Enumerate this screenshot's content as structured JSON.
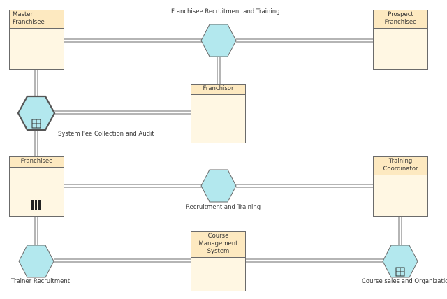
{
  "title": "Franchisee Recruitment and Training",
  "roles": {
    "master_franchisee": "Master Franchisee",
    "prospect_franchisee": "Prospect Franchisee",
    "franchisor": "Franchisor",
    "franchisee": "Franchisee",
    "training_coordinator": "Training Coordinator",
    "course_management_line1": "Course Management",
    "course_management_line2": "System"
  },
  "processes": {
    "system_fee": "System Fee Collection and Audit",
    "recruitment_training": "Recruitment and Training",
    "trainer_recruitment": "Trainer Recruitment",
    "course_sales": "Course sales and Organization"
  },
  "colors": {
    "hexagon_fill": "#b3e8ee",
    "hexagon_stroke": "#6b6b6b",
    "box_fill": "#fff7e3",
    "box_header": "#fde9c0",
    "connector": "#6b6b6b"
  }
}
